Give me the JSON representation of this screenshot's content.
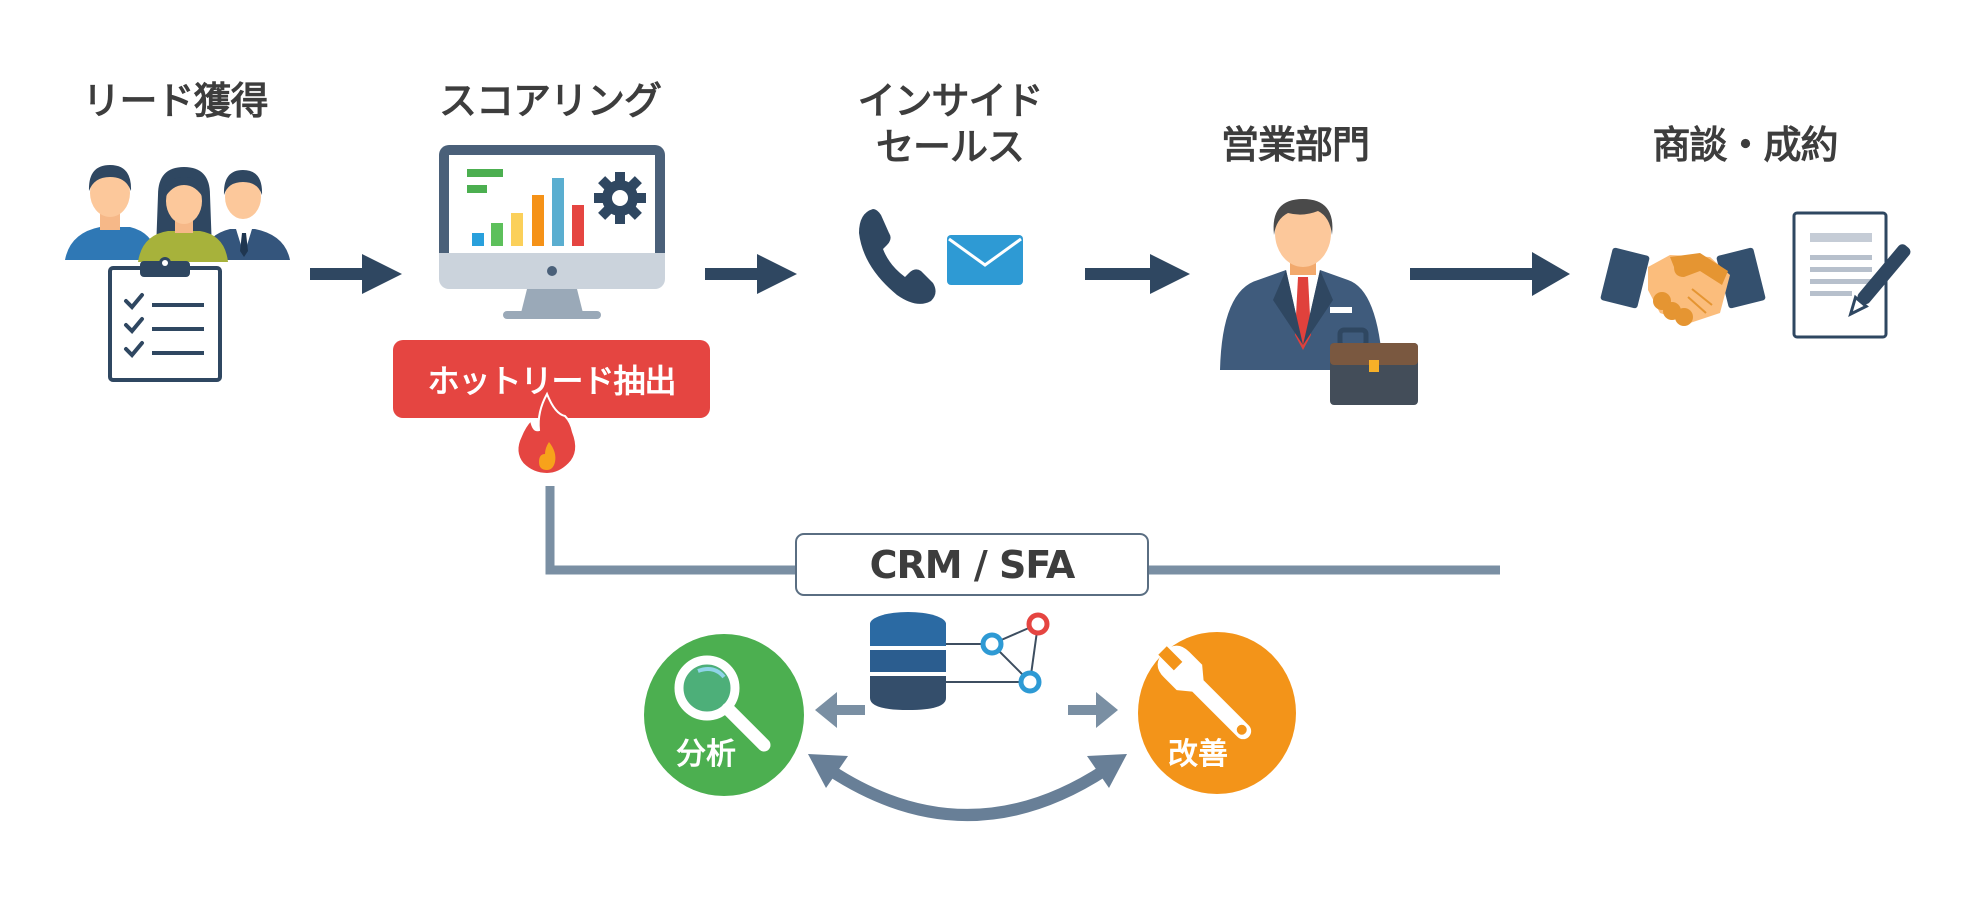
{
  "stages": [
    {
      "id": "lead",
      "title": "リード獲得",
      "icon": "people-clipboard-icon"
    },
    {
      "id": "scoring",
      "title": "スコアリング",
      "icon": "monitor-chart-gear-icon"
    },
    {
      "id": "inside",
      "title_lines": [
        "インサイド",
        "セールス"
      ],
      "icon": "phone-mail-icon"
    },
    {
      "id": "sales",
      "title": "営業部門",
      "icon": "businessman-briefcase-icon"
    },
    {
      "id": "deal",
      "title": "商談・成約",
      "icon": "handshake-contract-icon"
    }
  ],
  "hot_lead": {
    "label": "ホットリード抽出",
    "icon": "fire-icon"
  },
  "crm": {
    "label": "CRM / SFA",
    "icon": "database-network-icon"
  },
  "cycle": {
    "analysis": {
      "label": "分析",
      "icon": "magnifier-icon"
    },
    "improve": {
      "label": "改善",
      "icon": "wrench-icon"
    }
  },
  "colors": {
    "navy": "#2f4761",
    "text": "#3d3d3d",
    "hot_red": "#e54541",
    "green": "#4caf50",
    "orange": "#f39419",
    "connector": "#7a8fa3"
  }
}
